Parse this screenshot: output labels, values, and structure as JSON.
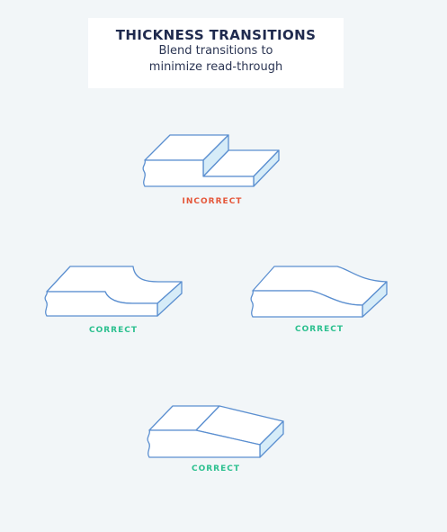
{
  "header": {
    "title": "THICKNESS TRANSITIONS",
    "subtitle": "Blend transitions to\nminimize read-through"
  },
  "colors": {
    "background": "#f2f6f8",
    "card": "#ffffff",
    "outline": "#5b8fd0",
    "side_fill": "#d6ecf8",
    "incorrect": "#e5573a",
    "correct": "#2cc08f"
  },
  "examples": [
    {
      "label": "INCORRECT",
      "status": "incorrect"
    },
    {
      "label": "CORRECT",
      "status": "correct"
    },
    {
      "label": "CORRECT",
      "status": "correct"
    },
    {
      "label": "CORRECT",
      "status": "correct"
    }
  ]
}
